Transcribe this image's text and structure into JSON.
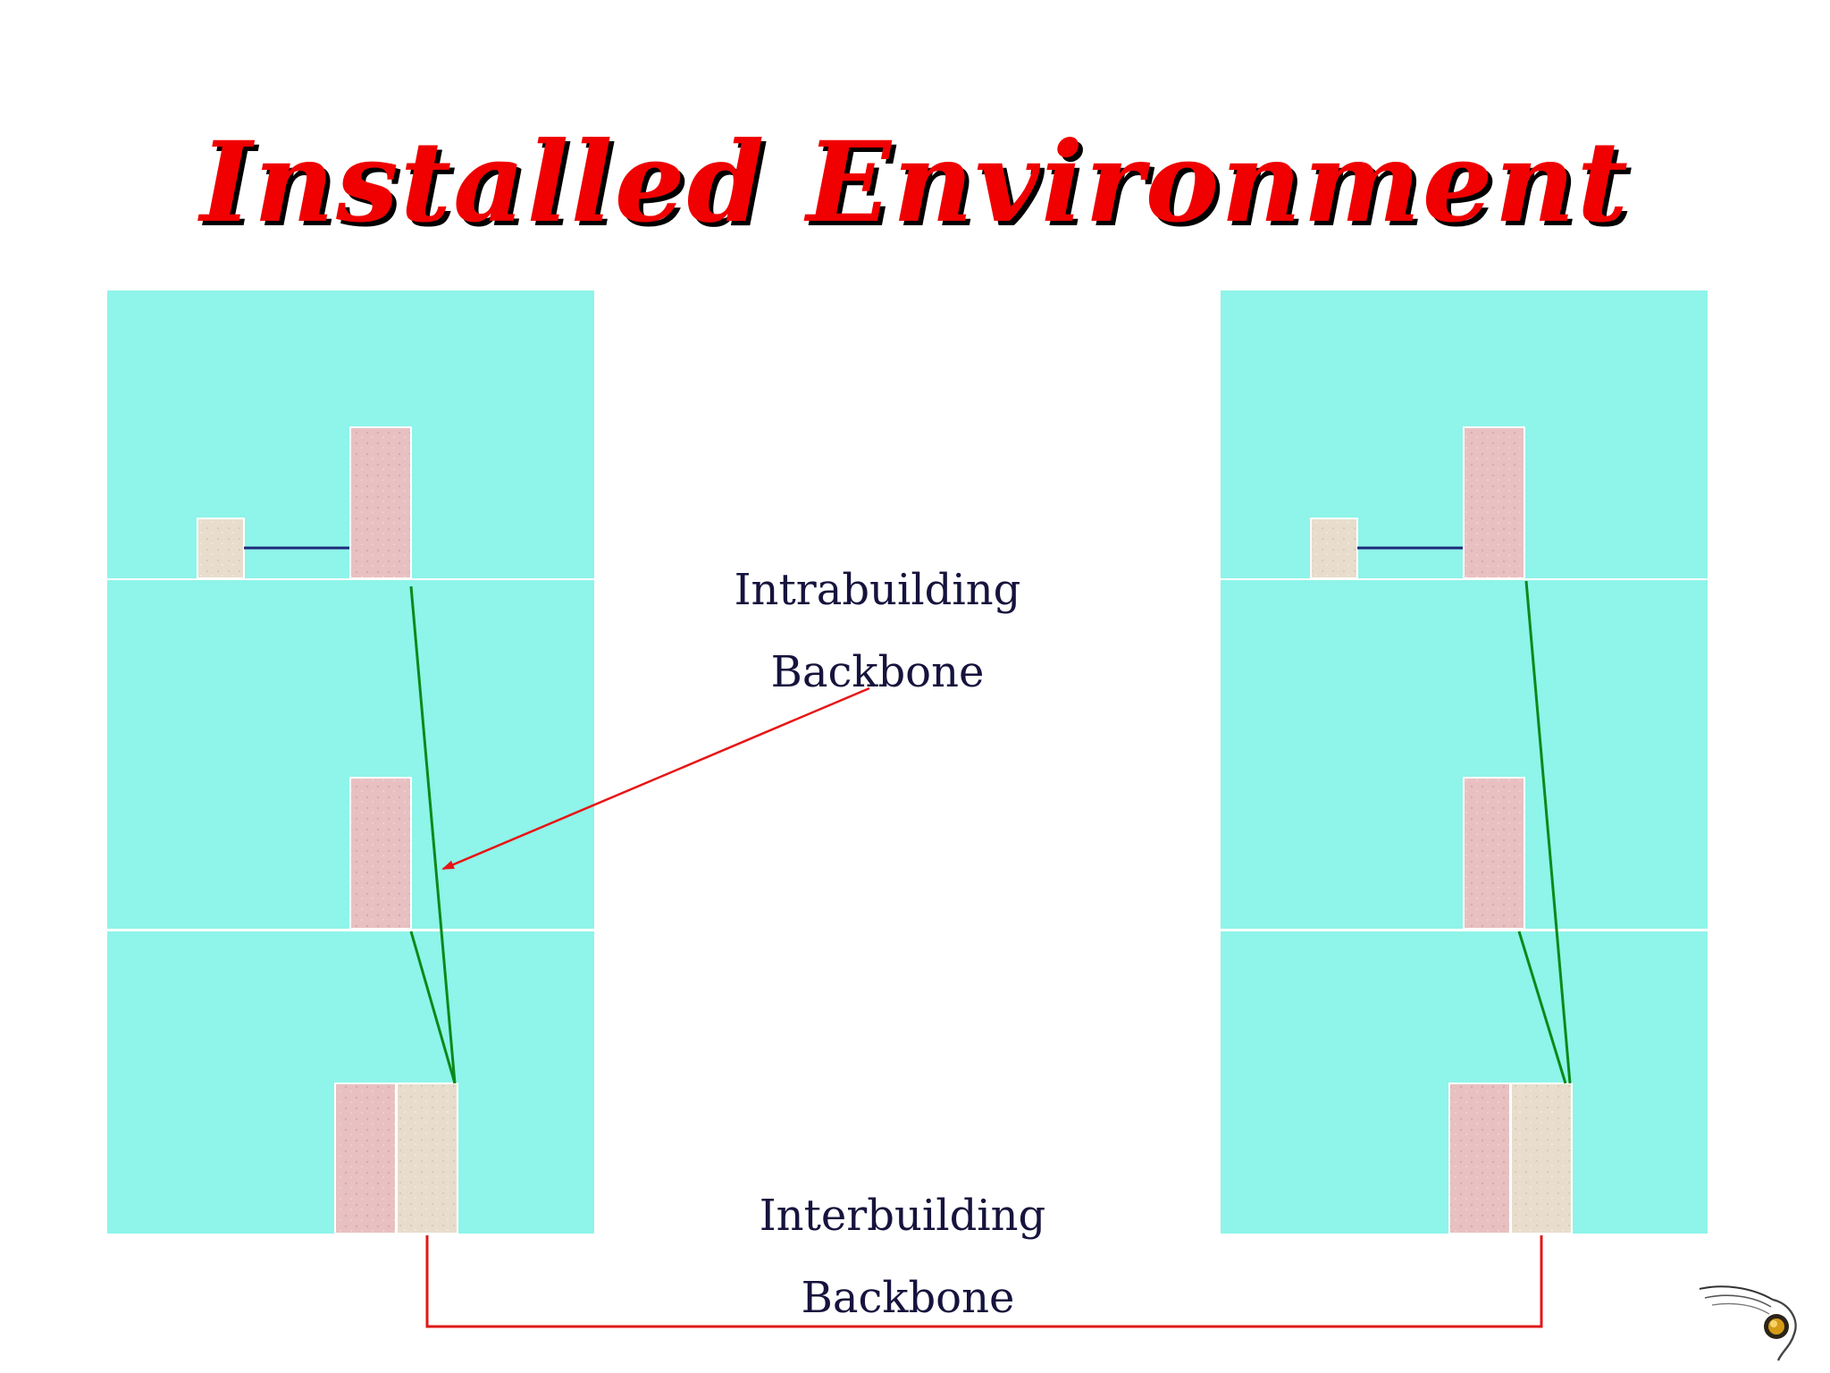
{
  "slide": {
    "title": "Installed Environment"
  },
  "labels": {
    "intrabuilding_line1": "Intrabuilding",
    "intrabuilding_line2": "Backbone",
    "interbuilding_line1": "Interbuilding",
    "interbuilding_line2": "Backbone"
  },
  "colors": {
    "title": "#f00000",
    "title_shadow": "#000000",
    "floor": "#8ff4e9",
    "closet_pink": "#e8c0c2",
    "closet_beige": "#e8ddcc",
    "horizontal_cable": "#1f2a7a",
    "backbone_cable": "#0a8a1a",
    "pointer_arrow": "#e81414",
    "interbuilding_cable": "#e01818",
    "label_text": "#16133d"
  },
  "buildings": [
    {
      "name": "building-left",
      "floors": 3
    },
    {
      "name": "building-right",
      "floors": 3
    }
  ],
  "logo": {
    "icon": "swirl-logo-icon"
  }
}
